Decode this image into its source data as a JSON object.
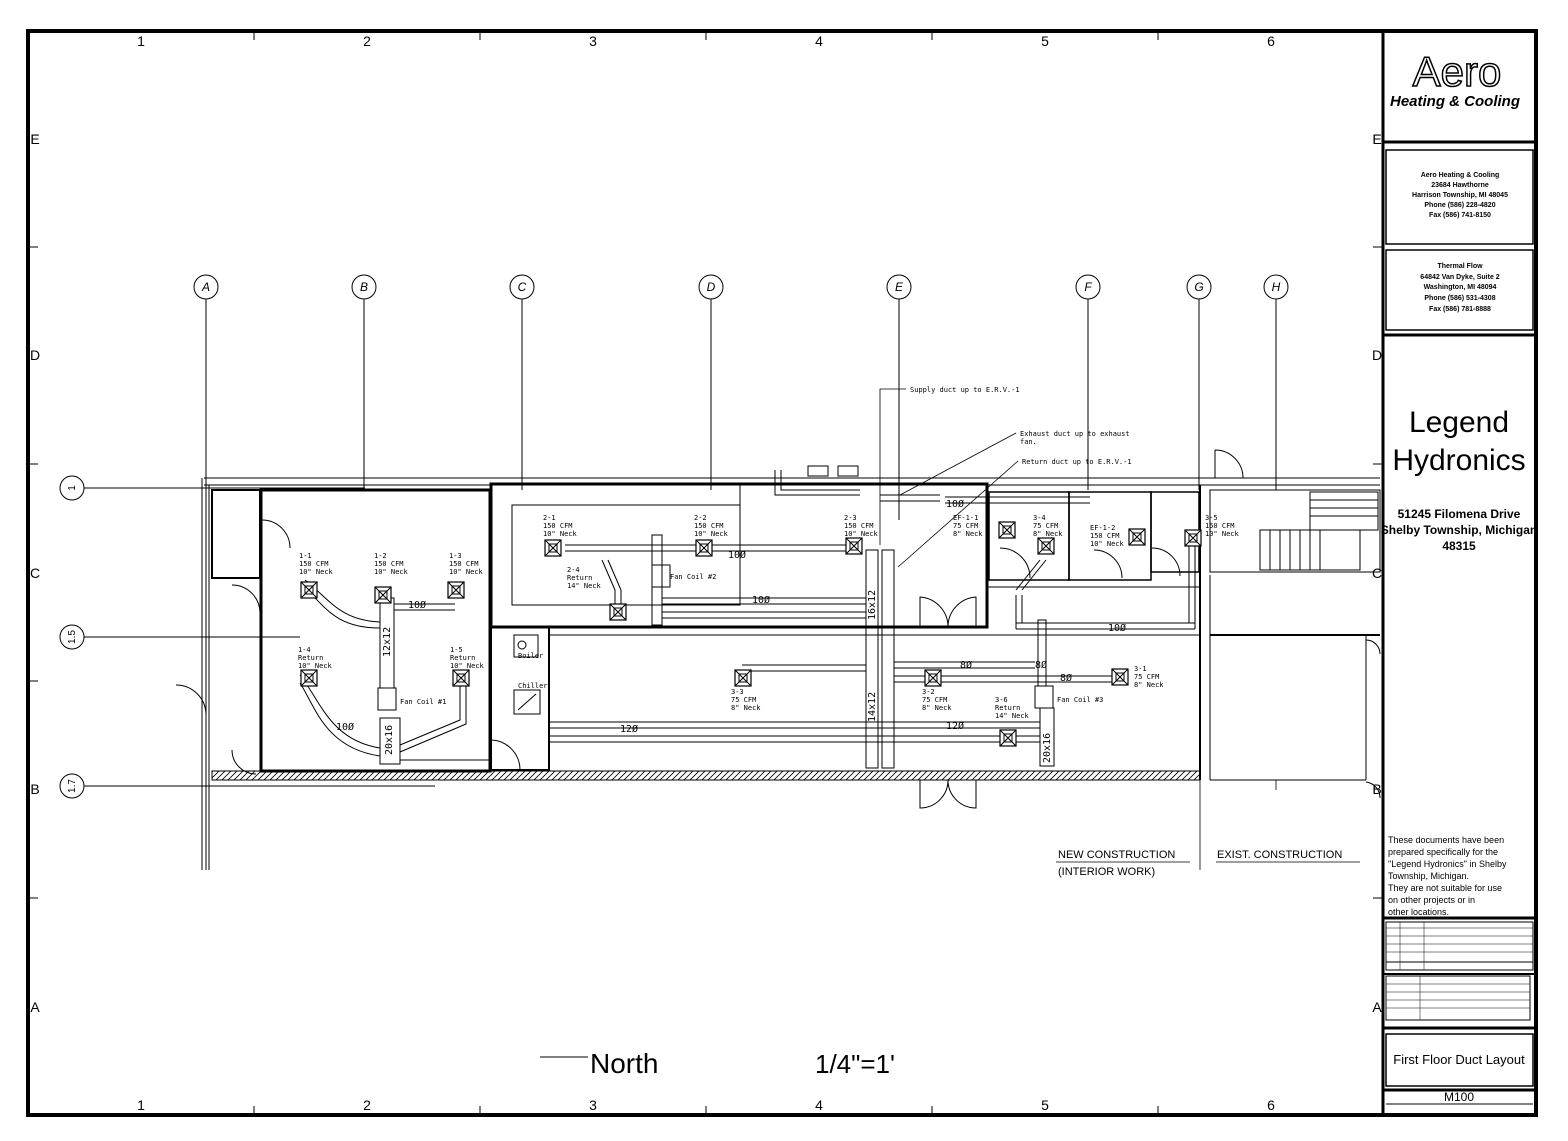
{
  "grid": {
    "columns": [
      "1",
      "2",
      "3",
      "4",
      "5",
      "6"
    ],
    "rows": [
      "E",
      "D",
      "C",
      "B",
      "A"
    ],
    "gridlines": [
      "A",
      "B",
      "C",
      "D",
      "E",
      "F",
      "G",
      "H"
    ],
    "row_bubbles": [
      "1",
      "1.5",
      "1.7"
    ]
  },
  "callouts": {
    "supply": "Supply duct up to E.R.V.-1",
    "exhaust_1": "Exhaust duct up to exhaust",
    "exhaust_2": "fan.",
    "return": "Return duct up to E.R.V.-1"
  },
  "diffusers": [
    {
      "id": "1-1",
      "l2": "150 CFM",
      "l3": "10\" Neck"
    },
    {
      "id": "1-2",
      "l2": "150 CFM",
      "l3": "10\" Neck"
    },
    {
      "id": "1-3",
      "l2": "150 CFM",
      "l3": "10\" Neck"
    },
    {
      "id": "1-4",
      "l2": "Return",
      "l3": "10\" Neck"
    },
    {
      "id": "1-5",
      "l2": "Return",
      "l3": "10\" Neck"
    },
    {
      "id": "2-1",
      "l2": "150 CFM",
      "l3": "10\" Neck"
    },
    {
      "id": "2-2",
      "l2": "150 CFM",
      "l3": "10\" Neck"
    },
    {
      "id": "2-3",
      "l2": "150 CFM",
      "l3": "10\" Neck"
    },
    {
      "id": "2-4",
      "l2": "Return",
      "l3": "14\" Neck"
    },
    {
      "id": "EF-1-1",
      "l2": "75 CFM",
      "l3": "8\" Neck"
    },
    {
      "id": "3-4",
      "l2": "75 CFM",
      "l3": "8\" Neck"
    },
    {
      "id": "EF-1-2",
      "l2": "150 CFM",
      "l3": "10\" Neck"
    },
    {
      "id": "3-5",
      "l2": "150 CFM",
      "l3": "10\" Neck"
    },
    {
      "id": "3-3",
      "l2": "75 CFM",
      "l3": "8\" Neck"
    },
    {
      "id": "3-2",
      "l2": "75 CFM",
      "l3": "8\" Neck"
    },
    {
      "id": "3-6",
      "l2": "Return",
      "l3": "14\" Neck"
    },
    {
      "id": "3-1",
      "l2": "75 CFM",
      "l3": "8\" Neck"
    }
  ],
  "equipment": {
    "fan_coil_1": "Fan Coil #1",
    "fan_coil_2": "Fan Coil #2",
    "fan_coil_3": "Fan Coil #3",
    "boiler": "Boiler",
    "chiller": "Chiller"
  },
  "ducts": {
    "d10": "10Ø",
    "d12": "12Ø",
    "d8": "8Ø",
    "r12x12": "12x12",
    "r14x12": "14x12",
    "r16x12": "16x12",
    "r20x16": "20x16"
  },
  "construction": {
    "new": "NEW CONSTRUCTION",
    "interior": "(INTERIOR WORK)",
    "exist": "EXIST. CONSTRUCTION"
  },
  "north_label": "North",
  "scale_label": "1/4\"=1'",
  "title_block": {
    "logo_main": "Aero",
    "logo_sub": "Heating & Cooling",
    "contractor": [
      "Aero Heating & Cooling",
      "23684 Hawthorne",
      "Harrison Township, MI 48045",
      "Phone (586) 228-4820",
      "Fax (586) 741-8150"
    ],
    "engineer": [
      "Thermal Flow",
      "64842 Van Dyke, Suite 2",
      "Washington, MI 48094",
      "Phone (586) 531-4308",
      "Fax (586) 781-8888"
    ],
    "project_name_1": "Legend",
    "project_name_2": "Hydronics",
    "address_1": "51245 Filomena Drive",
    "address_2": "Shelby Township, Michigan",
    "address_3": "48315",
    "disclaimer": [
      "These documents have been",
      "prepared specifically for the",
      "\"Legend Hydronics\" in Shelby",
      "Township, Michigan.",
      "They are not suitable for use",
      "on other projects or in",
      "other locations."
    ],
    "sheet_title": "First Floor Duct Layout",
    "sheet_number": "M100"
  },
  "colors": {
    "line": "#000000",
    "paper": "#ffffff"
  }
}
